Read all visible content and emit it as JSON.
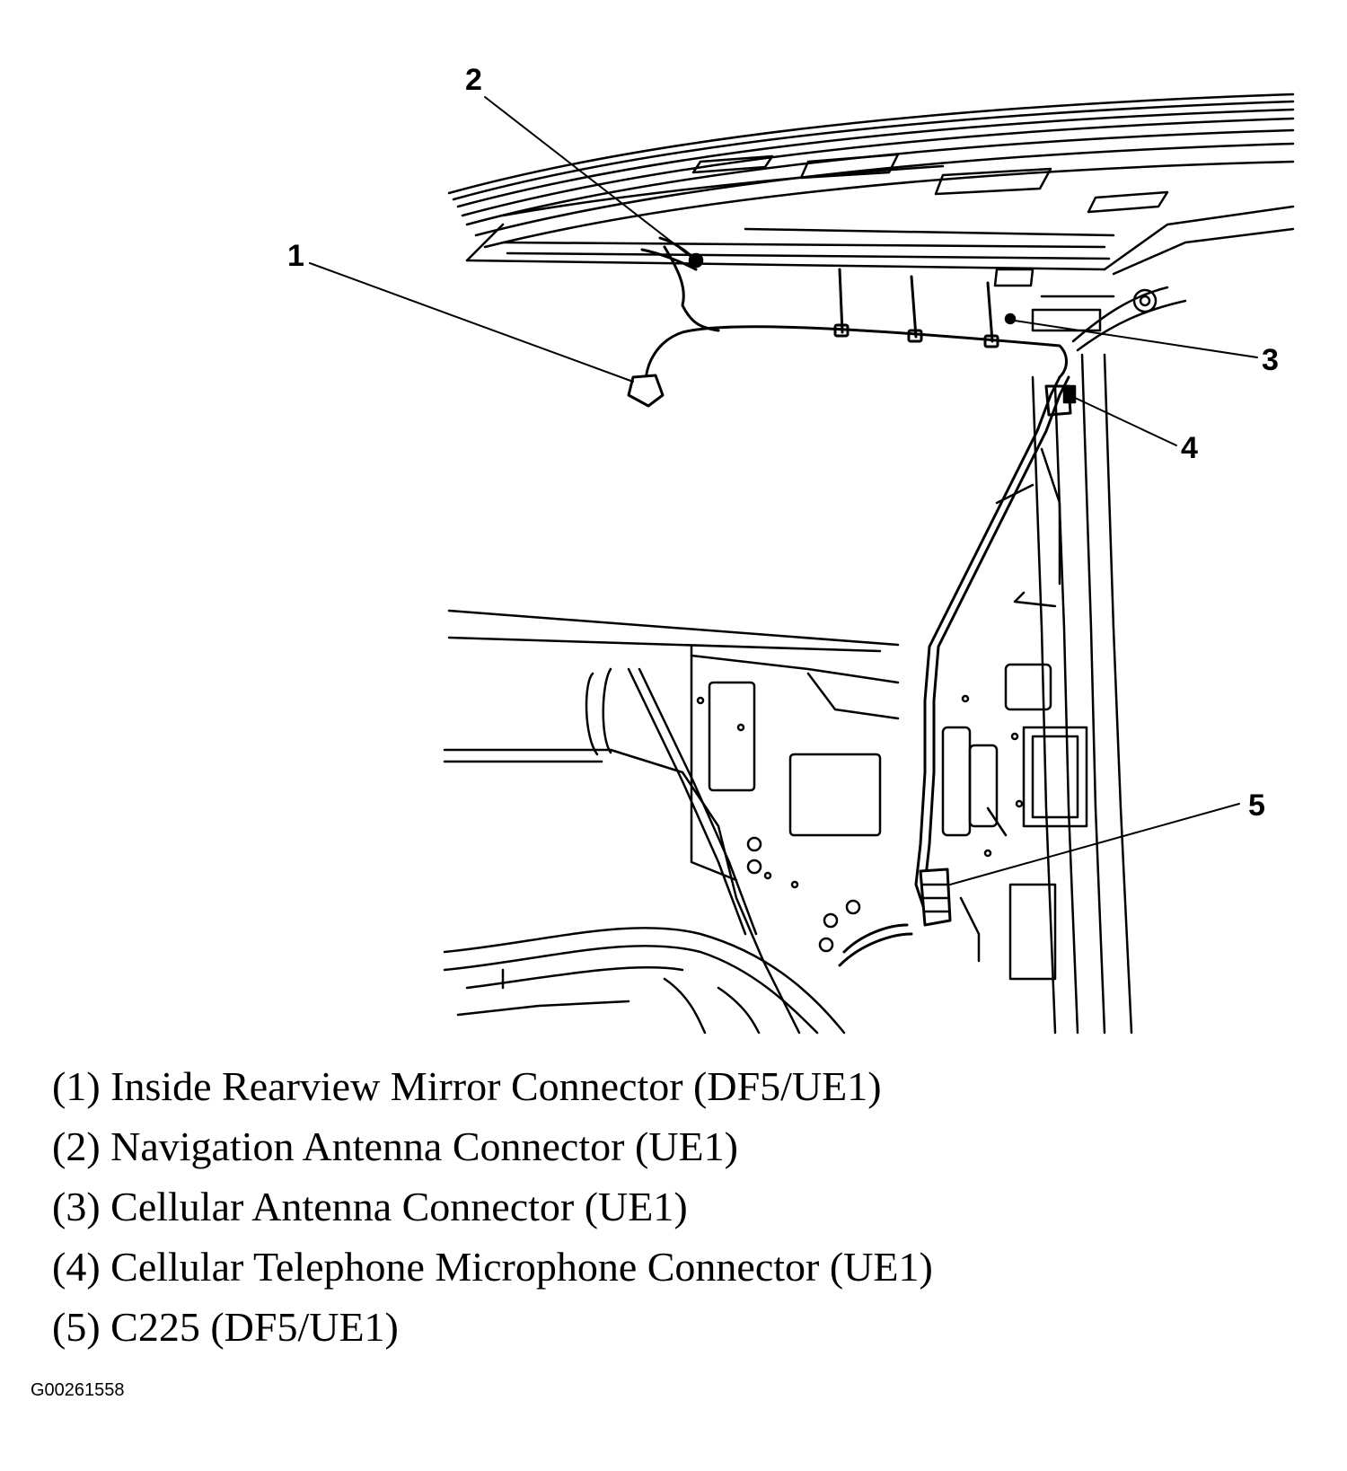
{
  "callouts": [
    {
      "number": "1",
      "label": "(1) Inside Rearview Mirror Connector (DF5/UE1)"
    },
    {
      "number": "2",
      "label": "(2) Navigation Antenna Connector (UE1)"
    },
    {
      "number": "3",
      "label": "(3) Cellular Antenna Connector (UE1)"
    },
    {
      "number": "4",
      "label": "(4) Cellular Telephone Microphone Connector (UE1)"
    },
    {
      "number": "5",
      "label": "(5) C225 (DF5/UE1)"
    }
  ],
  "figure_id": "G00261558"
}
